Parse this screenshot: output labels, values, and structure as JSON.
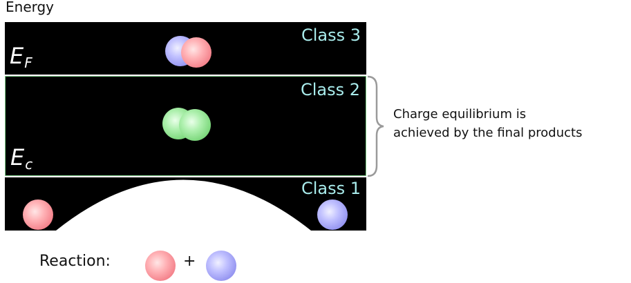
{
  "axis": {
    "label": "Energy"
  },
  "bands": [
    {
      "class_label": "Class 3",
      "level_label": "E",
      "level_sub": "F"
    },
    {
      "class_label": "Class 2",
      "level_label": "E",
      "level_sub": "c"
    },
    {
      "class_label": "Class 1"
    }
  ],
  "annotation": {
    "line1": "Charge equilibrium is",
    "line2": "achieved by the final products"
  },
  "reaction": {
    "label": "Reaction:",
    "operator": "+"
  },
  "colors": {
    "band": "#000000",
    "class_label": "#a9ecec",
    "reactant_a": "#f58a94",
    "reactant_b": "#9a9af0",
    "product": "#80dc80"
  }
}
